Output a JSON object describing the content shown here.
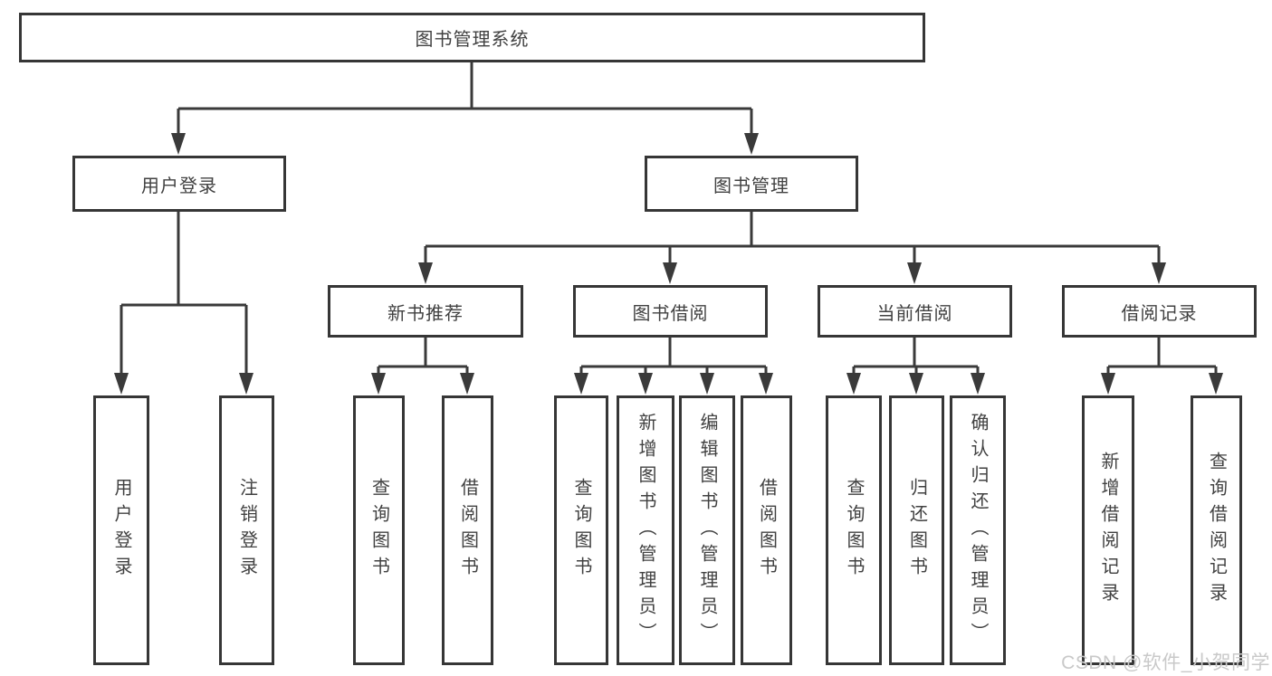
{
  "tree": {
    "root": {
      "label": "图书管理系统",
      "children": [
        {
          "label": "用户登录",
          "children": [
            {
              "label": "用户登录"
            },
            {
              "label": "注销登录"
            }
          ]
        },
        {
          "label": "图书管理",
          "children": [
            {
              "label": "新书推荐",
              "children": [
                {
                  "label": "查询图书"
                },
                {
                  "label": "借阅图书"
                }
              ]
            },
            {
              "label": "图书借阅",
              "children": [
                {
                  "label": "查询图书"
                },
                {
                  "label": "新增图书（管理员）"
                },
                {
                  "label": "编辑图书（管理员）"
                },
                {
                  "label": "借阅图书"
                }
              ]
            },
            {
              "label": "当前借阅",
              "children": [
                {
                  "label": "查询图书"
                },
                {
                  "label": "归还图书"
                },
                {
                  "label": "确认归还（管理员）"
                }
              ]
            },
            {
              "label": "借阅记录",
              "children": [
                {
                  "label": "新增借阅记录"
                },
                {
                  "label": "查询借阅记录"
                }
              ]
            }
          ]
        }
      ]
    }
  },
  "watermark": "CSDN @软件_小贺同学",
  "colors": {
    "line": "#3a3a3a",
    "border": "#363636",
    "text": "#414141",
    "watermark": "#c9c9c9",
    "background": "#ffffff"
  }
}
